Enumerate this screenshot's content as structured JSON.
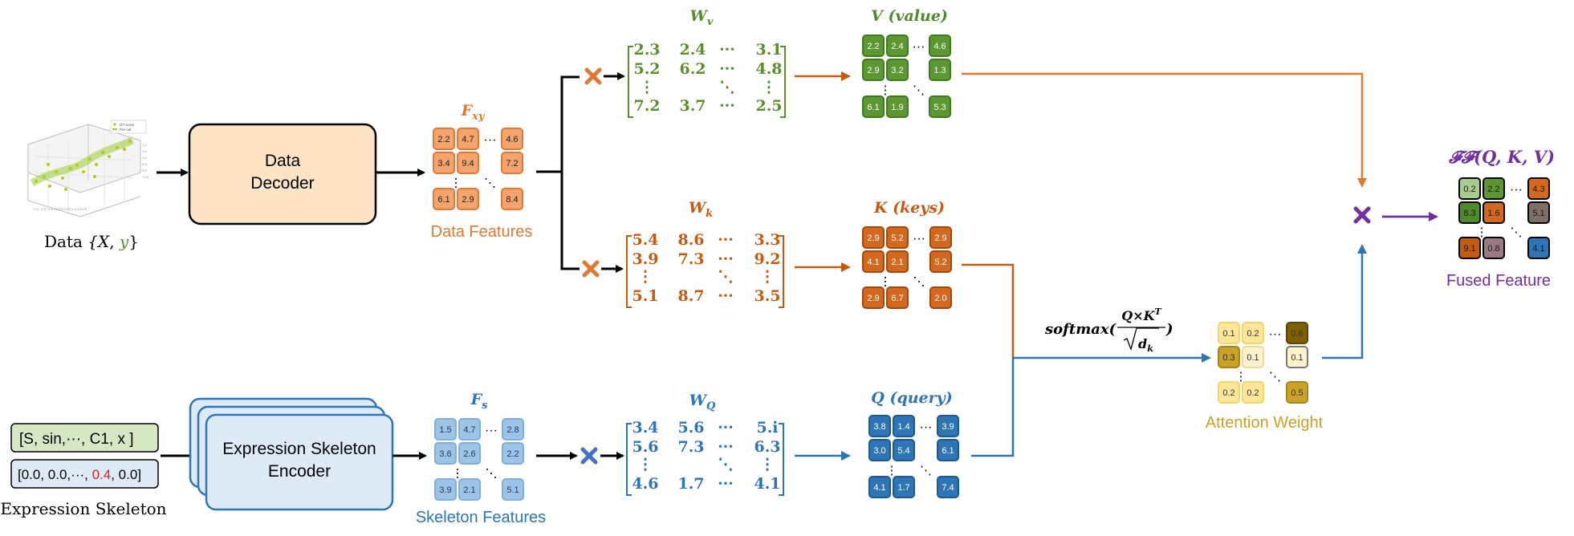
{
  "colors": {
    "orange": "#E07A32",
    "orange_light": "#F4A46C",
    "green": "#5A8F2C",
    "green_dark": "#4E8A2C",
    "rust": "#C55A11",
    "blue": "#2E75B6",
    "blue_light": "#9DC3E6",
    "gold": "#C9A227",
    "purple": "#7030A0",
    "black": "#000000",
    "decoder_fill": "#FCE4C4",
    "encoder_fill": "#DEEBF7",
    "token_green_fill": "#D5E8C4",
    "token_blue_fill": "#DEEBF7"
  },
  "data_input": {
    "label_prefix": "Data ",
    "label_set": "{X, y}",
    "plot_legend": [
      "GT-noise",
      "Pre-cal"
    ],
    "icon": "3d-scatter-plot"
  },
  "data_decoder": {
    "label_line1": "Data",
    "label_line2": "Decoder"
  },
  "data_features": {
    "symbol": "F",
    "subscript": "xy",
    "caption": "Data  Features",
    "cells": [
      "2.2",
      "4.7",
      "4.6",
      "3.4",
      "9.4",
      "7.2",
      "6.1",
      "2.9",
      "8.4"
    ]
  },
  "skeleton_input": {
    "tokens": "[S,  sin,···, C1, x  ]",
    "values_prefix": "[0.0, 0.0,···, ",
    "values_highlight": "0.4",
    "values_suffix": ", 0.0]",
    "caption": "Expression Skeleton"
  },
  "skeleton_encoder": {
    "label_line1": "Expression Skeleton",
    "label_line2": "Encoder"
  },
  "skeleton_features": {
    "symbol": "F",
    "subscript": "s",
    "caption": "Skeleton  Features",
    "cells": [
      "1.5",
      "4.7",
      "2.8",
      "3.6",
      "2.6",
      "2.2",
      "3.9",
      "2.1",
      "5.1"
    ]
  },
  "wv": {
    "symbol": "W",
    "subscript": "v",
    "rows": [
      [
        "2.3",
        "2.4",
        "···",
        "3.1"
      ],
      [
        "5.2",
        "6.2",
        "···",
        "4.8"
      ],
      [
        "⋮",
        "",
        "⋱",
        "⋮"
      ],
      [
        "7.2",
        "3.7",
        "···",
        "2.5"
      ]
    ]
  },
  "wk": {
    "symbol": "W",
    "subscript": "k",
    "rows": [
      [
        "5.4",
        "8.6",
        "···",
        "3.3"
      ],
      [
        "3.9",
        "7.3",
        "···",
        "9.2"
      ],
      [
        "⋮",
        "",
        "⋱",
        "⋮"
      ],
      [
        "5.1",
        "8.7",
        "···",
        "3.5"
      ]
    ]
  },
  "wq": {
    "symbol": "W",
    "subscript": "Q",
    "rows": [
      [
        "3.4",
        "5.6",
        "···",
        "5.i"
      ],
      [
        "5.6",
        "7.3",
        "···",
        "6.3"
      ],
      [
        "⋮",
        "",
        "⋱",
        "⋮"
      ],
      [
        "4.6",
        "1.7",
        "···",
        "4.1"
      ]
    ]
  },
  "v_matrix": {
    "title": "V (value)",
    "cells": [
      "2.2",
      "2.4",
      "4.6",
      "2.9",
      "3.2",
      "1.3",
      "6.1",
      "1.9",
      "5.3"
    ]
  },
  "k_matrix": {
    "title": "K (keys)",
    "cells": [
      "2.9",
      "5.2",
      "2.9",
      "4.1",
      "2.1",
      "5.2",
      "2.9",
      "6.7",
      "2.0"
    ]
  },
  "q_matrix": {
    "title": "Q (query)",
    "cells": [
      "3.8",
      "1.4",
      "3.9",
      "3.0",
      "5.4",
      "6.1",
      "4.1",
      "1.7",
      "7.4"
    ]
  },
  "softmax": {
    "func": "softmax(",
    "numerator": "Q×K",
    "numerator_sup": "T",
    "denominator": "d",
    "denominator_sub": "k",
    "close": ")"
  },
  "attention": {
    "caption": "Attention Weight",
    "cells": [
      "0.1",
      "0.2",
      "0.6",
      "0.3",
      "0.1",
      "0.1",
      "0.2",
      "0.2",
      "0.5"
    ]
  },
  "fused": {
    "title": "𝓕𝓕(Q, K, V)",
    "caption": "Fused Feature",
    "cells": [
      "0.2",
      "2.2",
      "4.3",
      "8.3",
      "1.6",
      "5.1",
      "9.1",
      "0.8",
      "4.1"
    ]
  },
  "ops": {
    "multiply_icon": "multiply-cross-icon",
    "arrow_icon": "arrow-icon"
  },
  "dots": {
    "h": "···",
    "v": "⋮",
    "d": "⋱"
  }
}
